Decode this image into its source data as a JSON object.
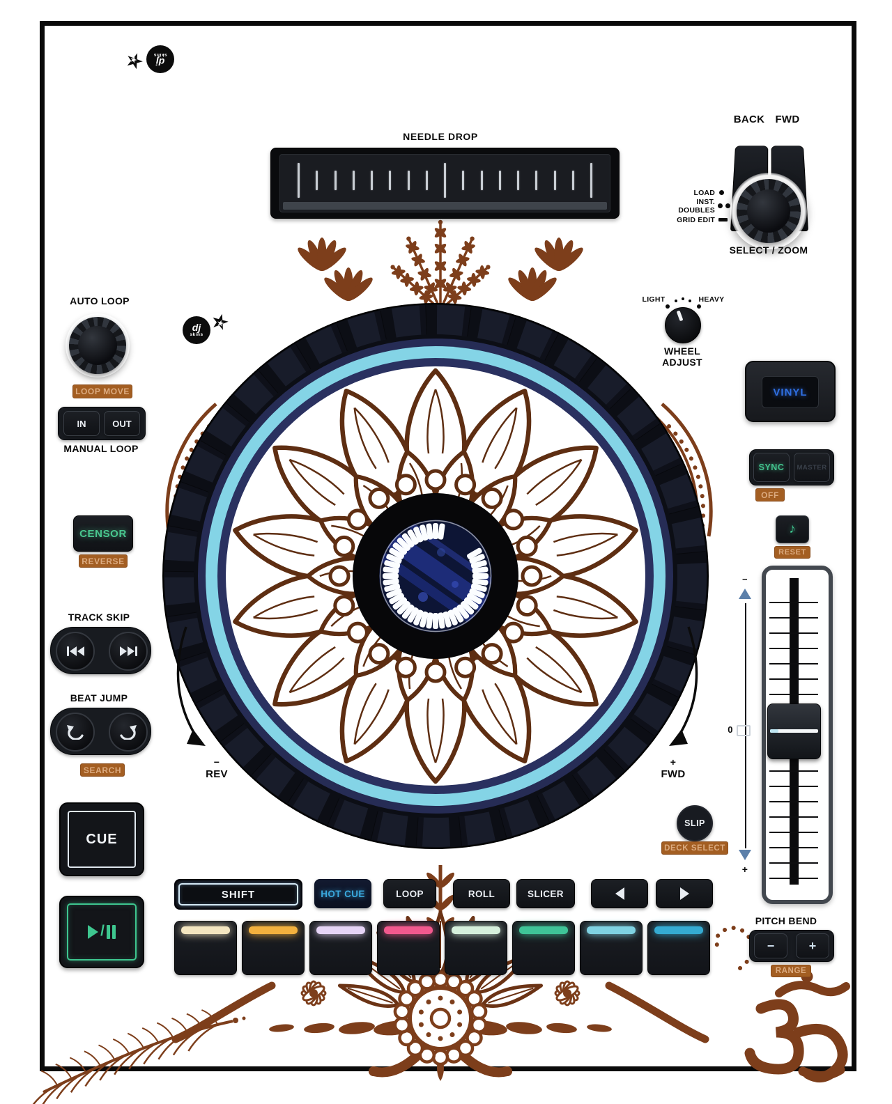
{
  "logo": {
    "dj": "dj",
    "skins": "skins"
  },
  "icons": {
    "star": "★",
    "music_note": "♪",
    "prev_track": "prev-track-icon",
    "next_track": "next-track-icon",
    "beat_back": "beat-back-arrow-icon",
    "beat_fwd": "beat-forward-arrow-icon",
    "play_pause": "play-pause-icon"
  },
  "needle_drop": {
    "label": "NEEDLE DROP"
  },
  "browse": {
    "back": "BACK",
    "fwd": "FWD",
    "load": "LOAD",
    "inst": "INST.",
    "doubles": "DOUBLES",
    "grid_edit": "GRID EDIT",
    "select_zoom": "SELECT / ZOOM"
  },
  "auto_loop": {
    "label": "AUTO LOOP",
    "badge": "LOOP MOVE"
  },
  "manual_loop": {
    "in": "IN",
    "out": "OUT",
    "label": "MANUAL LOOP"
  },
  "censor": {
    "label": "CENSOR",
    "badge": "REVERSE"
  },
  "track_skip": {
    "label": "TRACK SKIP"
  },
  "beat_jump": {
    "label": "BEAT JUMP",
    "badge": "SEARCH"
  },
  "cue": {
    "label": "CUE"
  },
  "wheel_adjust": {
    "light": "LIGHT",
    "heavy": "HEAVY",
    "line1": "WHEEL",
    "line2": "ADJUST"
  },
  "vinyl": {
    "label": "VINYL"
  },
  "sync": {
    "sync": "SYNC",
    "master": "MASTER",
    "badge": "OFF"
  },
  "key_reset": {
    "badge": "RESET"
  },
  "tempo": {
    "minus": "−",
    "zero": "0",
    "plus": "+"
  },
  "slip": {
    "label": "SLIP",
    "badge": "DECK SELECT"
  },
  "jog": {
    "rev_sign": "−",
    "rev": "REV",
    "fwd_sign": "+",
    "fwd": "FWD"
  },
  "mode_row": {
    "shift": "SHIFT",
    "hot_cue": "HOT CUE",
    "loop": "LOOP",
    "roll": "ROLL",
    "slicer": "SLICER"
  },
  "pitch_bend": {
    "label": "PITCH BEND",
    "minus": "−",
    "plus": "+",
    "badge": "RANGE"
  },
  "pads": {
    "colors": [
      "#f4e6c0",
      "#f3b13e",
      "#e6d4f6",
      "#f2598e",
      "#d6f0dc",
      "#3fc497",
      "#7fd2e2",
      "#35abd2"
    ]
  },
  "colors": {
    "henna": "#7d3e1b",
    "flower_outline": "#5e2e12",
    "badge_bg": "#a35e22",
    "badge_text": "#dcab80",
    "censor_green": "#49c68e",
    "vinyl_blue": "#2f6fe2",
    "hotcue_blue": "#3aa8dd",
    "play_green": "#3ec68f",
    "cyan_ring": "#84d4e6",
    "fader_triangle": "#5c80aa"
  }
}
